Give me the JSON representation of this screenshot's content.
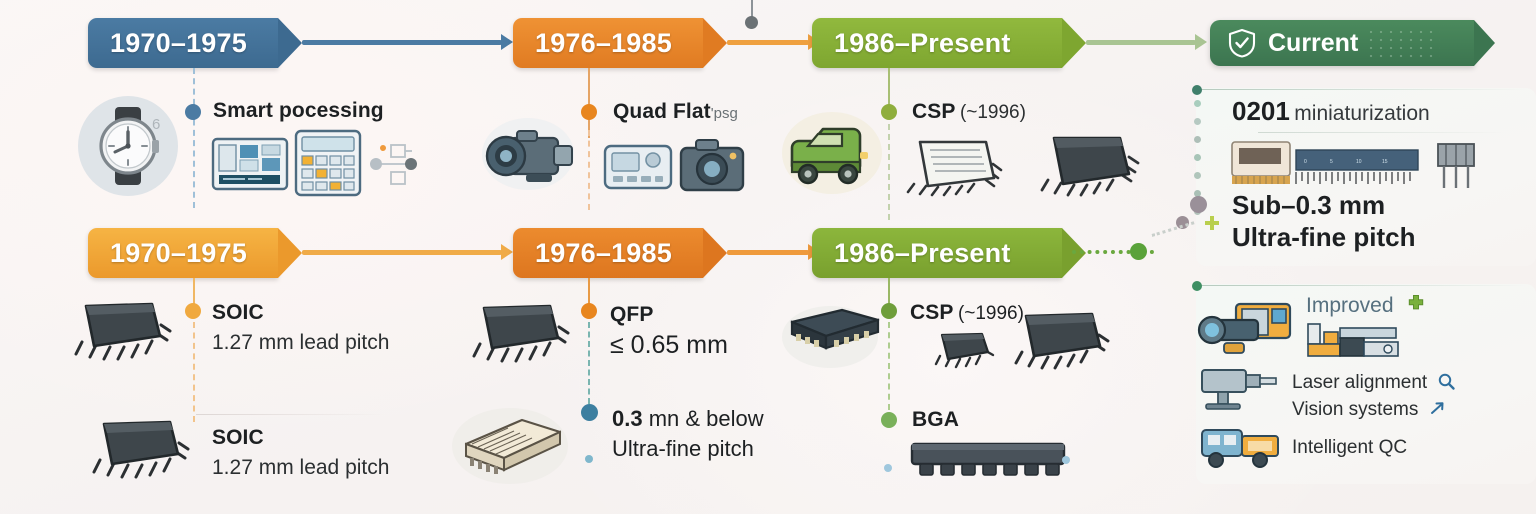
{
  "meta": {
    "title": "Semiconductor Packaging Miniaturization Timeline",
    "colors": {
      "blue": "#3d6a90",
      "orange": "#e07b22",
      "green": "#7ea630",
      "amber": "#eb992c",
      "dark_green": "#3c7550",
      "text": "#1d2022"
    }
  },
  "row1": {
    "banners": [
      {
        "label": "1970–1975",
        "style": "blue"
      },
      {
        "label": "1976–1985",
        "style": "orange"
      },
      {
        "label": "1986–Present",
        "style": "green"
      }
    ],
    "current": {
      "label": "Current",
      "icon": "shield-check-icon"
    },
    "items": [
      {
        "head": "Smart pocessing",
        "note": ""
      },
      {
        "head": "Quad Flat",
        "note": "'psg"
      },
      {
        "head": "CSP",
        "note": "(~1996)"
      }
    ]
  },
  "row2": {
    "banners": [
      {
        "label": "1970–1975",
        "style": "amber"
      },
      {
        "label": "1976–1985",
        "style": "orange"
      },
      {
        "label": "1986–Present",
        "style": "green"
      }
    ],
    "items": [
      {
        "head": "SOIC",
        "sub": "1.27 mm lead pitch"
      },
      {
        "head": "QFP",
        "sub": "≤ 0.65 mm"
      },
      {
        "head": "CSP",
        "note": "(~1996)"
      }
    ],
    "items_lower": [
      {
        "head": "SOIC",
        "sub": "1.27 mm lead pitch"
      },
      {
        "head": "0.3",
        "sub": "mn & below",
        "line2": "Ultra-fine pitch"
      },
      {
        "head": "BGA"
      }
    ]
  },
  "right_top": {
    "headline_bold": "0201",
    "headline_light": "miniaturization",
    "callout_line1": "Sub–0.3 mm",
    "callout_line2": "Ultra-fine pitch",
    "plus_icon": "plus-icon"
  },
  "right_bottom": {
    "improved": "Improved",
    "improved_icon": "plus-badge-icon",
    "features": [
      {
        "label": "Laser alignment",
        "icon": "magnifier-icon"
      },
      {
        "label": "Vision systems",
        "icon": "arrow-up-right-icon"
      },
      {
        "label": "Intelligent QC",
        "icon": ""
      }
    ]
  }
}
